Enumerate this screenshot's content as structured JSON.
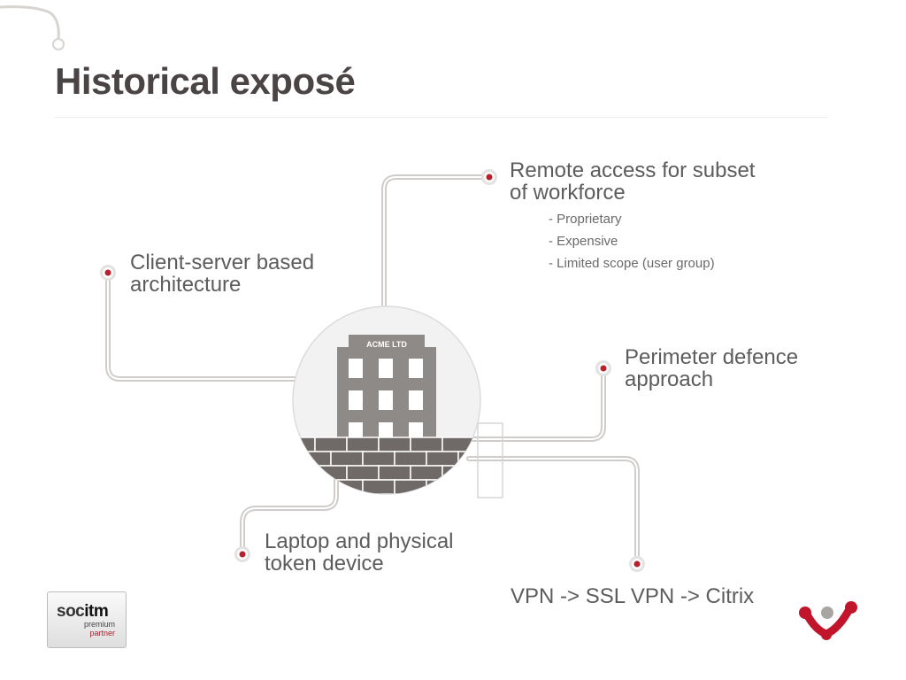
{
  "title": "Historical exposé",
  "building": {
    "label": "ACME LTD"
  },
  "callouts": {
    "remote_access": {
      "lines": [
        "Remote access for subset",
        "of workforce"
      ],
      "bullets": [
        "- Proprietary",
        "- Expensive",
        "- Limited scope (user group)"
      ]
    },
    "client_server": {
      "lines": [
        "Client-server based",
        "architecture"
      ]
    },
    "perimeter": {
      "lines": [
        "Perimeter defence",
        "approach"
      ]
    },
    "laptop": {
      "lines": [
        "Laptop and physical",
        "token device"
      ]
    },
    "vpn": {
      "lines": [
        "VPN -> SSL VPN -> Citrix"
      ]
    }
  },
  "partner_logo": {
    "name_a": "soc",
    "name_b": "itm",
    "line1": "premium",
    "line2": "partner"
  },
  "colors": {
    "connector": "#cfccc9",
    "node_dot": "#b8202e",
    "building": "#8e8a87",
    "wall": "#6f6a67",
    "circle_bg": "#f2f2f2",
    "brand_red": "#c0152a"
  }
}
